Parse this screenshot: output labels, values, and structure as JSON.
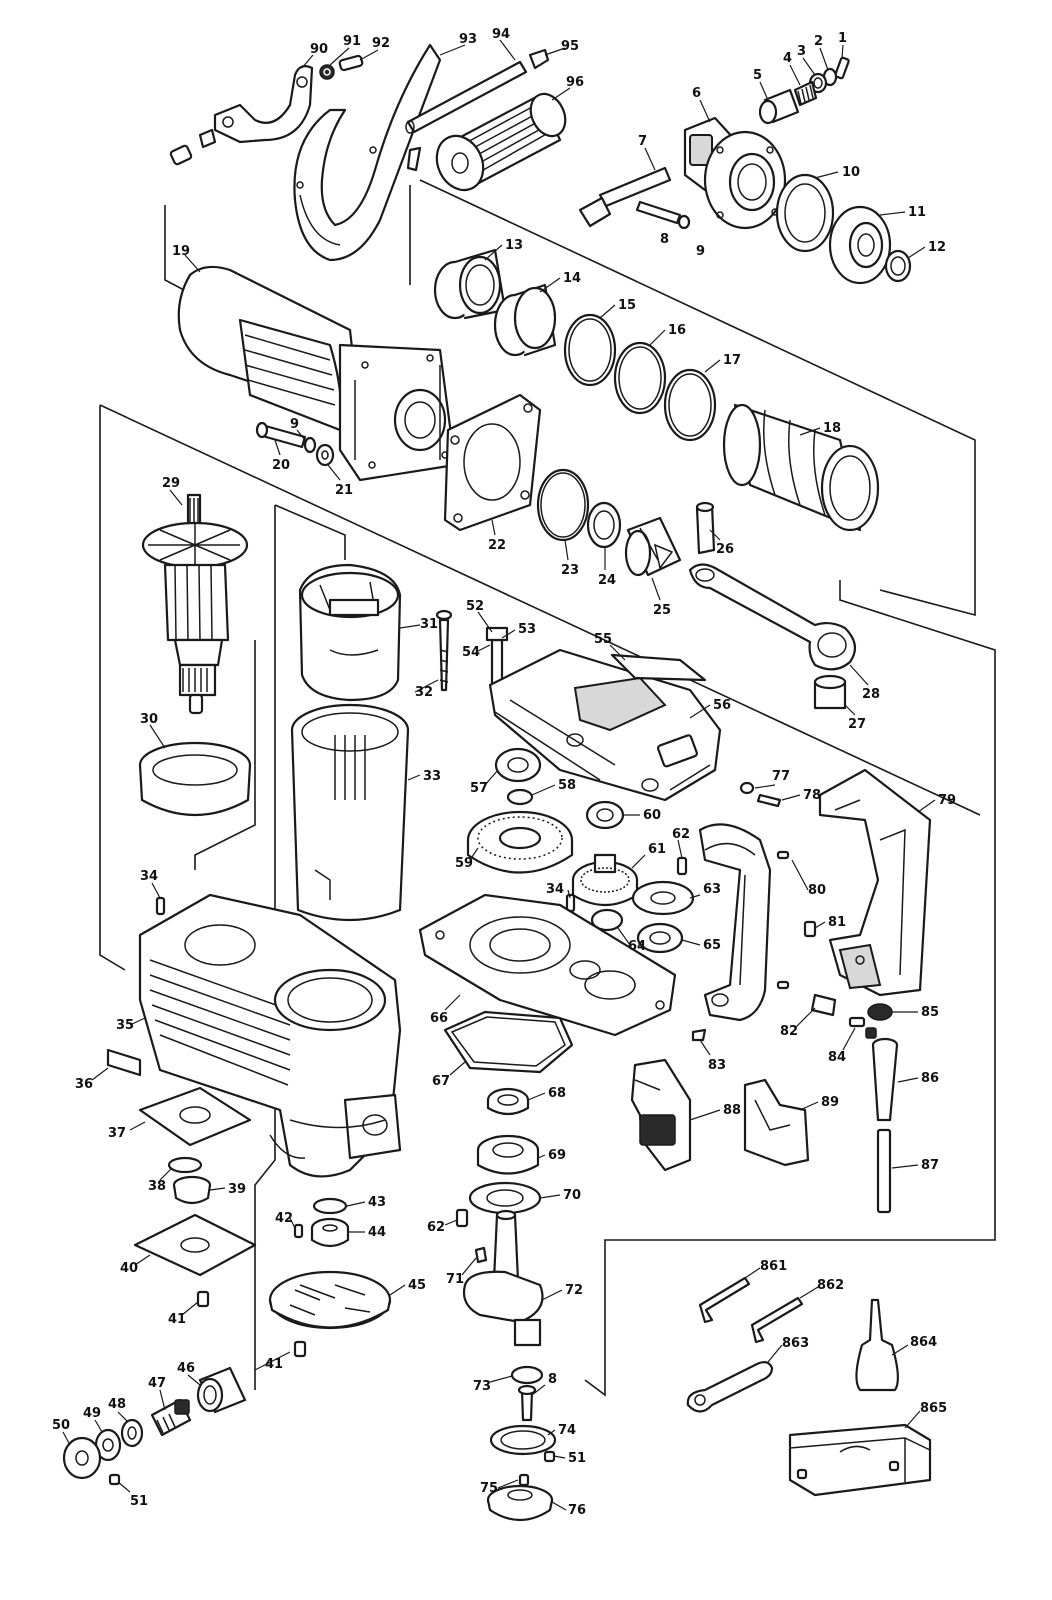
{
  "diagram": {
    "callouts": [
      {
        "id": "p1",
        "label": "1"
      },
      {
        "id": "p2",
        "label": "2"
      },
      {
        "id": "p3",
        "label": "3"
      },
      {
        "id": "p4",
        "label": "4"
      },
      {
        "id": "p5",
        "label": "5"
      },
      {
        "id": "p6",
        "label": "6"
      },
      {
        "id": "p7",
        "label": "7"
      },
      {
        "id": "p8a",
        "label": "8"
      },
      {
        "id": "p9a",
        "label": "9"
      },
      {
        "id": "p10",
        "label": "10"
      },
      {
        "id": "p11",
        "label": "11"
      },
      {
        "id": "p12",
        "label": "12"
      },
      {
        "id": "p13",
        "label": "13"
      },
      {
        "id": "p14",
        "label": "14"
      },
      {
        "id": "p15",
        "label": "15"
      },
      {
        "id": "p16",
        "label": "16"
      },
      {
        "id": "p17",
        "label": "17"
      },
      {
        "id": "p18",
        "label": "18"
      },
      {
        "id": "p19",
        "label": "19"
      },
      {
        "id": "p20",
        "label": "20"
      },
      {
        "id": "p9b",
        "label": "9"
      },
      {
        "id": "p21",
        "label": "21"
      },
      {
        "id": "p22",
        "label": "22"
      },
      {
        "id": "p23",
        "label": "23"
      },
      {
        "id": "p24",
        "label": "24"
      },
      {
        "id": "p25",
        "label": "25"
      },
      {
        "id": "p26",
        "label": "26"
      },
      {
        "id": "p27",
        "label": "27"
      },
      {
        "id": "p28",
        "label": "28"
      },
      {
        "id": "p29",
        "label": "29"
      },
      {
        "id": "p30",
        "label": "30"
      },
      {
        "id": "p31",
        "label": "31"
      },
      {
        "id": "p32",
        "label": "32"
      },
      {
        "id": "p33",
        "label": "33"
      },
      {
        "id": "p34a",
        "label": "34"
      },
      {
        "id": "p34b",
        "label": "34"
      },
      {
        "id": "p35",
        "label": "35"
      },
      {
        "id": "p36",
        "label": "36"
      },
      {
        "id": "p37",
        "label": "37"
      },
      {
        "id": "p38",
        "label": "38"
      },
      {
        "id": "p39",
        "label": "39"
      },
      {
        "id": "p40",
        "label": "40"
      },
      {
        "id": "p41a",
        "label": "41"
      },
      {
        "id": "p41b",
        "label": "41"
      },
      {
        "id": "p42",
        "label": "42"
      },
      {
        "id": "p43",
        "label": "43"
      },
      {
        "id": "p44",
        "label": "44"
      },
      {
        "id": "p45",
        "label": "45"
      },
      {
        "id": "p46",
        "label": "46"
      },
      {
        "id": "p47",
        "label": "47"
      },
      {
        "id": "p48",
        "label": "48"
      },
      {
        "id": "p49",
        "label": "49"
      },
      {
        "id": "p50",
        "label": "50"
      },
      {
        "id": "p51a",
        "label": "51"
      },
      {
        "id": "p51b",
        "label": "51"
      },
      {
        "id": "p52",
        "label": "52"
      },
      {
        "id": "p53",
        "label": "53"
      },
      {
        "id": "p54",
        "label": "54"
      },
      {
        "id": "p55",
        "label": "55"
      },
      {
        "id": "p56",
        "label": "56"
      },
      {
        "id": "p57",
        "label": "57"
      },
      {
        "id": "p58",
        "label": "58"
      },
      {
        "id": "p59",
        "label": "59"
      },
      {
        "id": "p60",
        "label": "60"
      },
      {
        "id": "p61",
        "label": "61"
      },
      {
        "id": "p62a",
        "label": "62"
      },
      {
        "id": "p62b",
        "label": "62"
      },
      {
        "id": "p63",
        "label": "63"
      },
      {
        "id": "p64",
        "label": "64"
      },
      {
        "id": "p65",
        "label": "65"
      },
      {
        "id": "p66",
        "label": "66"
      },
      {
        "id": "p67",
        "label": "67"
      },
      {
        "id": "p68",
        "label": "68"
      },
      {
        "id": "p69",
        "label": "69"
      },
      {
        "id": "p70",
        "label": "70"
      },
      {
        "id": "p71",
        "label": "71"
      },
      {
        "id": "p72",
        "label": "72"
      },
      {
        "id": "p73",
        "label": "73"
      },
      {
        "id": "p8b",
        "label": "8"
      },
      {
        "id": "p74",
        "label": "74"
      },
      {
        "id": "p75",
        "label": "75"
      },
      {
        "id": "p76",
        "label": "76"
      },
      {
        "id": "p77",
        "label": "77"
      },
      {
        "id": "p78",
        "label": "78"
      },
      {
        "id": "p79",
        "label": "79"
      },
      {
        "id": "p80",
        "label": "80"
      },
      {
        "id": "p81",
        "label": "81"
      },
      {
        "id": "p82",
        "label": "82"
      },
      {
        "id": "p83",
        "label": "83"
      },
      {
        "id": "p84",
        "label": "84"
      },
      {
        "id": "p85",
        "label": "85"
      },
      {
        "id": "p86",
        "label": "86"
      },
      {
        "id": "p87",
        "label": "87"
      },
      {
        "id": "p88",
        "label": "88"
      },
      {
        "id": "p89",
        "label": "89"
      },
      {
        "id": "p90",
        "label": "90"
      },
      {
        "id": "p91",
        "label": "91"
      },
      {
        "id": "p92",
        "label": "92"
      },
      {
        "id": "p93",
        "label": "93"
      },
      {
        "id": "p94",
        "label": "94"
      },
      {
        "id": "p95",
        "label": "95"
      },
      {
        "id": "p96",
        "label": "96"
      },
      {
        "id": "p861",
        "label": "861"
      },
      {
        "id": "p862",
        "label": "862"
      },
      {
        "id": "p863",
        "label": "863"
      },
      {
        "id": "p864",
        "label": "864"
      },
      {
        "id": "p865",
        "label": "865"
      }
    ]
  }
}
